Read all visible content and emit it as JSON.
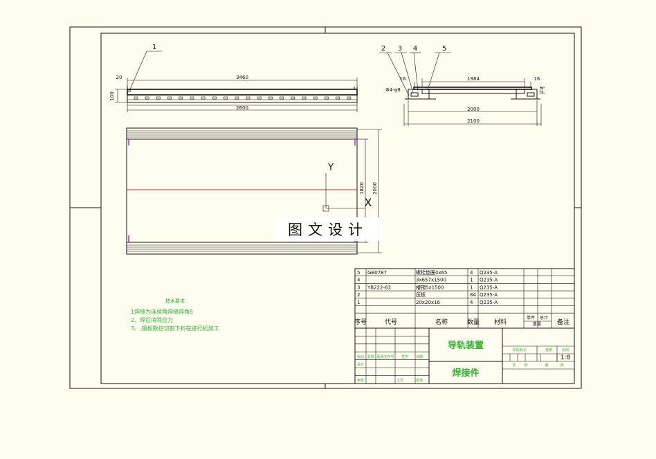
{
  "callouts": [
    "1",
    "2",
    "3",
    "4",
    "5"
  ],
  "front_view": {
    "dim_overall": "3460",
    "dim_inner": "2600",
    "dim_left": "20",
    "dim_height": "100"
  },
  "side_view": {
    "dim_top": "1984",
    "dim_left_16": "16",
    "dim_right_16": "16",
    "dim_mid": "2000",
    "dim_overall": "2100",
    "dim_hole": "Φ4-φ8",
    "dim_22": "22"
  },
  "plan_view": {
    "dim_inner": "1820",
    "dim_outer": "2000",
    "axis_y": "Y",
    "axis_x": "X"
  },
  "watermark": "图文设计",
  "bom": {
    "headers": [
      "序号",
      "代号",
      "名称",
      "数量",
      "材料",
      "单件",
      "总计",
      "备注"
    ],
    "weight_header": "重量",
    "rows": [
      {
        "no": "5",
        "code": "GB0787",
        "name": "螺栓垫圈4x65",
        "qty": "4",
        "mat": "Q235-A"
      },
      {
        "no": "4",
        "code": "",
        "name": "3x657x1500",
        "qty": "1",
        "mat": "Q235-A"
      },
      {
        "no": "3",
        "code": "YB222-63",
        "name": "槽钢5x1500",
        "qty": "1",
        "mat": "Q235-A"
      },
      {
        "no": "2",
        "code": "",
        "name": "压板",
        "qty": "84",
        "mat": "Q235-A"
      },
      {
        "no": "1",
        "code": "",
        "name": "20x20x16",
        "qty": "4",
        "mat": "Q235-A"
      }
    ]
  },
  "title_block": {
    "title1": "导轨装置",
    "title2": "焊接件",
    "scale": "1:8",
    "sig_labels": [
      "标记",
      "处数",
      "更改文件号",
      "签字",
      "日期"
    ],
    "sig_labels2": [
      "设计",
      "审核",
      "工艺",
      "批准"
    ],
    "stage_labels": [
      "阶段标记",
      "重量",
      "比例"
    ],
    "sheet_labels": [
      "共",
      "张",
      "第",
      "张"
    ]
  },
  "tech_notes": {
    "heading": "技术要求",
    "lines": [
      "1焊缝为连续角焊缝焊角5",
      "2、焊后消除应力",
      "3、,钢板数控切割下料在进行机加工"
    ]
  }
}
